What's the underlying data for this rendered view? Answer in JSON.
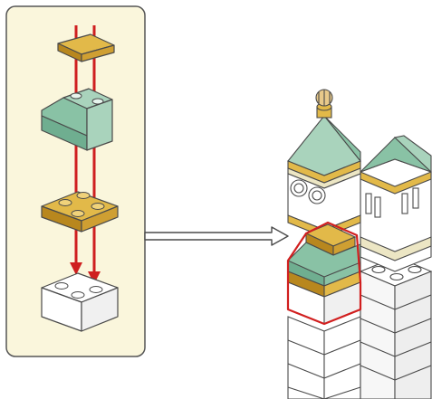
{
  "colors": {
    "background": "#ffffff",
    "panel_fill": "#faf6dc",
    "panel_stroke": "#555555",
    "outline": "#4a4a4a",
    "green_top": "#a9d3bc",
    "green_left": "#6fae90",
    "green_right": "#89c2a5",
    "tan_top": "#e2b949",
    "tan_left": "#b8871e",
    "tan_right": "#cf9f32",
    "white_top": "#ffffff",
    "white_left": "#dedede",
    "white_right": "#f0f0f0",
    "stone_top": "#ece6c4",
    "arrow_red": "#cf1f1f",
    "highlight_red": "#d11f1f",
    "pointer_stroke": "#4a4a4a",
    "pointer_fill": "#ffffff"
  },
  "build_steps": [
    {
      "piece": "tan-plate-1x2",
      "icon": "plate-icon"
    },
    {
      "piece": "green-slope-2x2",
      "icon": "slope-icon"
    },
    {
      "piece": "tan-plate-2x2",
      "icon": "plate-icon"
    },
    {
      "piece": "white-brick-2x2",
      "icon": "brick-icon"
    }
  ],
  "tower": {
    "icon": "tower-icon",
    "highlighted_piece": "green-slope-with-tan-plates"
  }
}
